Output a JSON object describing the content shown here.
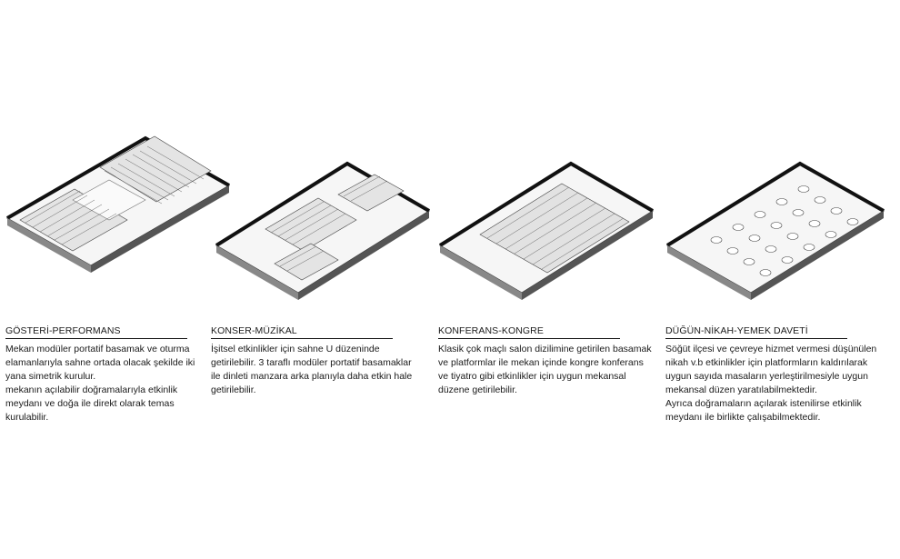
{
  "panels": [
    {
      "title": "GÖSTERİ-PERFORMANS",
      "text": "Mekan modüler portatif basamak ve oturma\nelamanlarıyla sahne ortada olacak şekilde iki\nyana simetrik kurulur.\nmekanın açılabilir doğramalarıyla etkinlik\nmeydanı ve doğa ile direkt olarak temas\nkurulabilir."
    },
    {
      "title": "KONSER-MÜZİKAL",
      "text": "İşitsel etkinlikler için sahne U düzeninde\ngetirilebilir. 3 taraflı modüler portatif basamaklar\nile dinleti manzara arka planıyla daha etkin hale\ngetirilebilir."
    },
    {
      "title": "KONFERANS-KONGRE",
      "text": "Klasik çok maçlı salon dizilimine getirilen basamak\n ve platformlar ile mekan içinde kongre konferans\nve tiyatro gibi etkinlikler için uygun mekansal\ndüzene getirilebilir."
    },
    {
      "title": "DÜĞÜN-NİKAH-YEMEK DAVETİ",
      "text": "Söğüt ilçesi ve çevreye hizmet vermesi düşünülen\n nikah v.b etkinlikler için platformların kaldırılarak\nuygun sayıda masaların yerleştirilmesiyle uygun\nmekansal düzen yaratılabilmektedir.\nAyrıca doğramaların açılarak istenilirse etkinlik\n meydanı ile birlikte çalışabilmektedir."
    }
  ]
}
